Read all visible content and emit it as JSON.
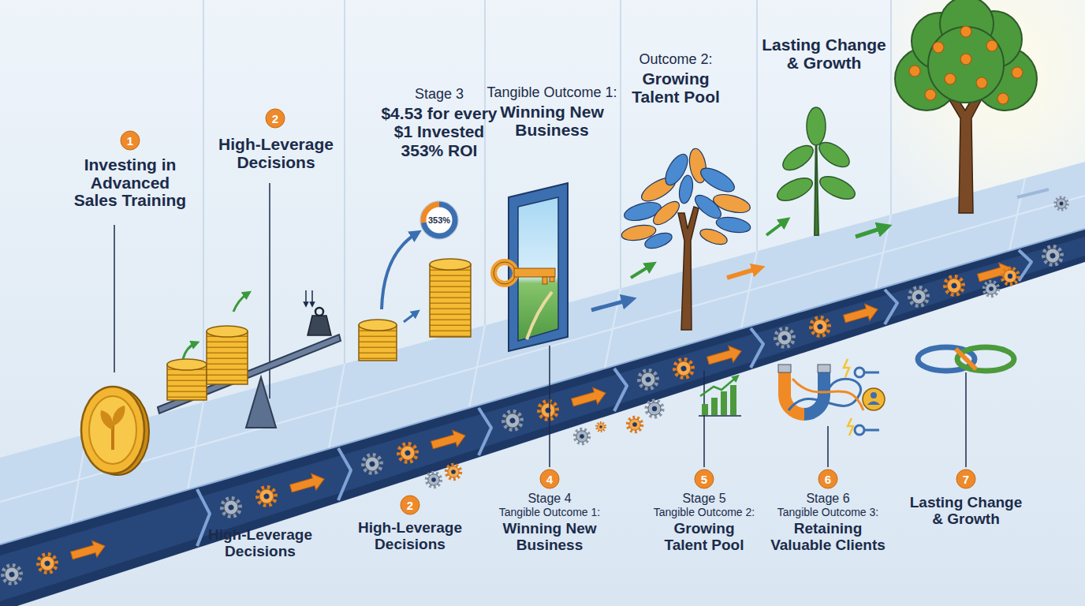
{
  "diagram": {
    "nodes": [
      {
        "text": [
          "1"
        ]
      },
      {
        "text": [
          "2"
        ]
      },
      {
        "text": [
          "353%"
        ]
      },
      {
        "text": [
          "2"
        ]
      },
      {
        "text": [
          "4"
        ]
      },
      {
        "text": [
          "5"
        ]
      },
      {
        "text": [
          "6"
        ]
      },
      {
        "text": [
          "7"
        ]
      }
    ],
    "labels": [
      "Investing in Advanced Sales Training",
      "High-Leverage Decisions",
      "Stage 3",
      "$4.53 for every $1 Invested",
      "353% ROI",
      "Tangible Outcome 1:",
      "Winning New Business",
      "Outcome 2:",
      "Growing Talent Pool",
      "Lasting Change & Growth",
      "High-Leverage Decisions",
      "High-Leverage Decisions",
      "Stage 4",
      "Tangible Outcome 1:",
      "Winning New Business",
      "Stage 5",
      "Tangible Outcome 2:",
      "Growing Talent Pool",
      "Stage 6",
      "Tangible Outcome 3:",
      "Retaining Valuable Clients",
      "Lasting Change & Growth"
    ]
  }
}
